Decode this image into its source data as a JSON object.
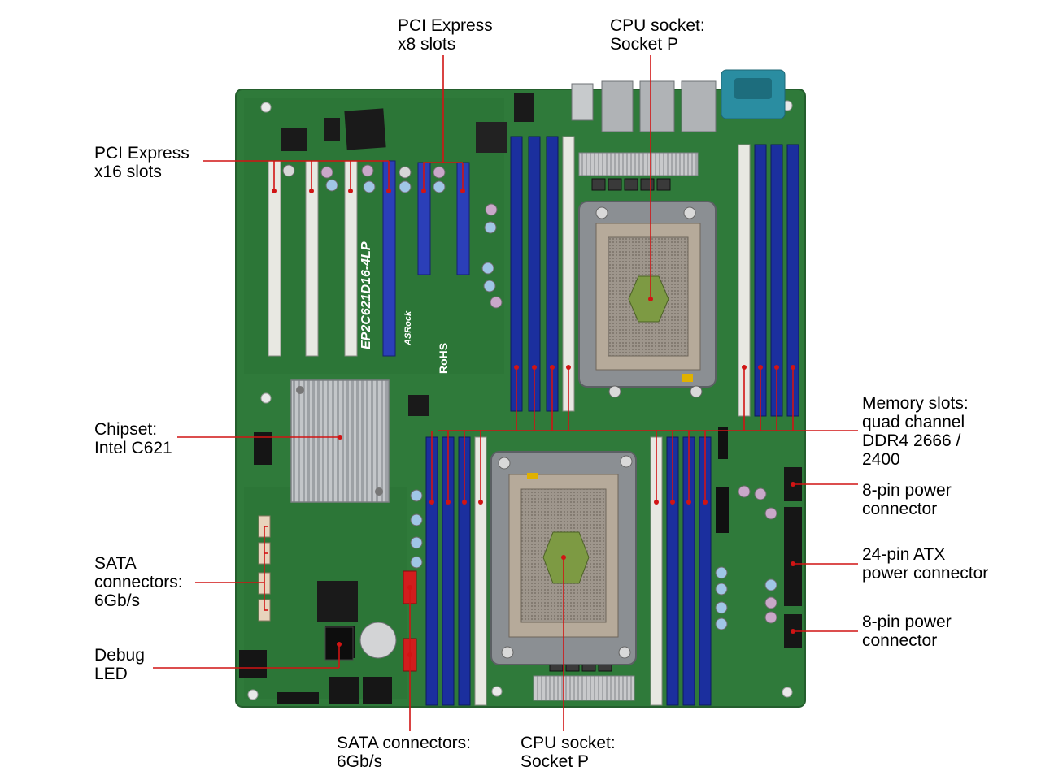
{
  "callouts": {
    "pcie_x8": "PCI Express\nx8 slots",
    "cpu_top": "CPU socket:\nSocket P",
    "pcie_x16": "PCI Express\nx16 slots",
    "chipset": "Chipset:\nIntel C621",
    "memory": "Memory slots:\nquad channel\nDDR4 2666 /\n2400",
    "power8_top": "8-pin power\nconnector",
    "atx24": "24-pin ATX\npower connector",
    "power8_bottom": "8-pin power\nconnector",
    "sata_left": "SATA\nconnectors:\n6Gb/s",
    "debug": "Debug\nLED",
    "sata_bottom": "SATA connectors:\n6Gb/s",
    "cpu_bottom": "CPU socket:\nSocket P"
  },
  "board": {
    "model": "EP2C621D16-4LP",
    "brand": "ASRock",
    "rohs": "RoHS"
  },
  "colors": {
    "pcb": "#2f7a3a",
    "leader": "#d11414",
    "dimm_blue": "#1b2f9e",
    "slot_white": "#e8e8e2",
    "heatsink": "#b9bcbf"
  }
}
